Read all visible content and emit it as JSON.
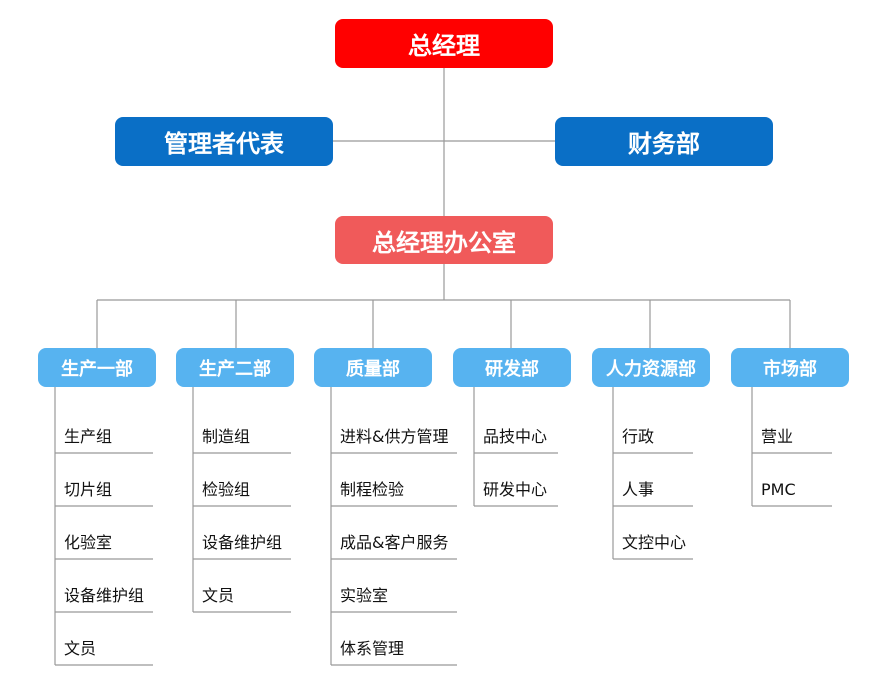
{
  "top": {
    "label": "总经理",
    "color": "#ff0000"
  },
  "left_box": {
    "label": "管理者代表",
    "color": "#0a6fc6"
  },
  "right_box": {
    "label": "财务部",
    "color": "#0a6fc6"
  },
  "office": {
    "label": "总经理办公室",
    "color": "#f05a5a"
  },
  "department_color": "#57b3f0",
  "departments": [
    {
      "name": "生产一部",
      "items": [
        "生产组",
        "切片组",
        "化验室",
        "设备维护组",
        "文员"
      ]
    },
    {
      "name": "生产二部",
      "items": [
        "制造组",
        "检验组",
        "设备维护组",
        "文员"
      ]
    },
    {
      "name": "质量部",
      "items": [
        "进料&供方管理",
        "制程检验",
        "成品&客户服务",
        "实验室",
        "体系管理"
      ]
    },
    {
      "name": "研发部",
      "items": [
        "品技中心",
        "研发中心"
      ]
    },
    {
      "name": "人力资源部",
      "items": [
        "行政",
        "人事",
        "文控中心"
      ]
    },
    {
      "name": "市场部",
      "items": [
        "营业",
        "PMC"
      ]
    }
  ]
}
